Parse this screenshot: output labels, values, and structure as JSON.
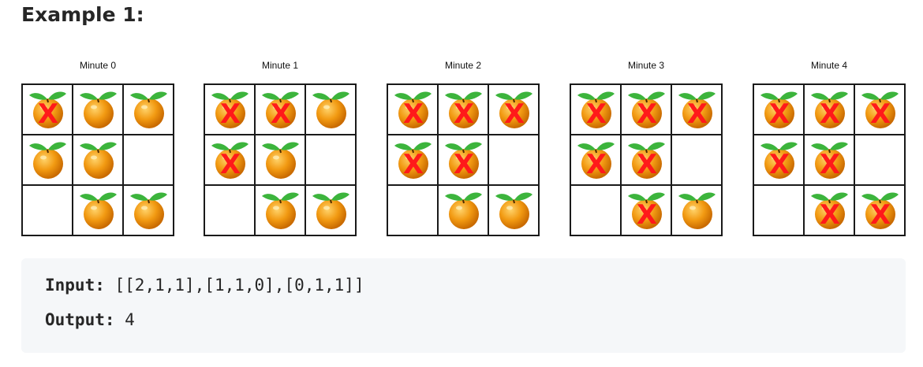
{
  "heading": "Example 1:",
  "panels": [
    {
      "label": "Minute 0",
      "grid": [
        [
          2,
          1,
          1
        ],
        [
          1,
          1,
          0
        ],
        [
          0,
          1,
          1
        ]
      ]
    },
    {
      "label": "Minute 1",
      "grid": [
        [
          2,
          2,
          1
        ],
        [
          2,
          1,
          0
        ],
        [
          0,
          1,
          1
        ]
      ]
    },
    {
      "label": "Minute 2",
      "grid": [
        [
          2,
          2,
          2
        ],
        [
          2,
          2,
          0
        ],
        [
          0,
          1,
          1
        ]
      ]
    },
    {
      "label": "Minute 3",
      "grid": [
        [
          2,
          2,
          2
        ],
        [
          2,
          2,
          0
        ],
        [
          0,
          2,
          1
        ]
      ]
    },
    {
      "label": "Minute 4",
      "grid": [
        [
          2,
          2,
          2
        ],
        [
          2,
          2,
          0
        ],
        [
          0,
          2,
          2
        ]
      ]
    }
  ],
  "example": {
    "input_label": "Input:",
    "input_value": "[[2,1,1],[1,1,0],[0,1,1]]",
    "output_label": "Output:",
    "output_value": "4"
  },
  "colors": {
    "orange": "#f29a12",
    "leaf": "#3cb43c",
    "rot_mark": "#ff1a1a"
  }
}
